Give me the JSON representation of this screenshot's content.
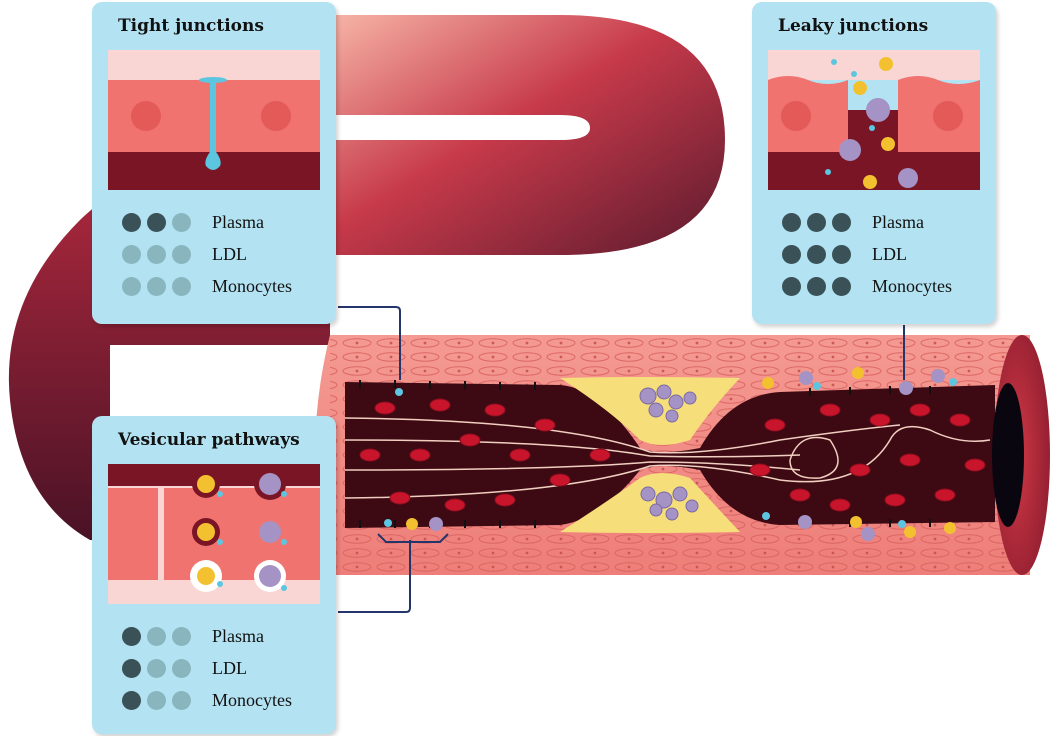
{
  "diagram": {
    "colors": {
      "panel_bg": "#b3e3f3",
      "vessel_outer": "#b72a3f",
      "vessel_wall": "#f28b86",
      "lumen": "#3d0a14",
      "plaque": "#f6de7a",
      "red_cell": "#c8152b",
      "plasma_drop": "#5cc6e0",
      "ldl": "#f3c12f",
      "monocyte": "#a493c4",
      "connector": "#23356b",
      "dot_on": "#3a5158",
      "dot_off": "#89b6be"
    },
    "panels": [
      {
        "id": "tight",
        "title": "Tight junctions",
        "rows": [
          {
            "label": "Plasma",
            "level": 2
          },
          {
            "label": "LDL",
            "level": 0
          },
          {
            "label": "Monocytes",
            "level": 0
          }
        ]
      },
      {
        "id": "leaky",
        "title": "Leaky junctions",
        "rows": [
          {
            "label": "Plasma",
            "level": 3
          },
          {
            "label": "LDL",
            "level": 3
          },
          {
            "label": "Monocytes",
            "level": 3
          }
        ]
      },
      {
        "id": "vesicular",
        "title": "Vesicular pathways",
        "rows": [
          {
            "label": "Plasma",
            "level": 1
          },
          {
            "label": "LDL",
            "level": 1
          },
          {
            "label": "Monocytes",
            "level": 1
          }
        ]
      }
    ]
  }
}
